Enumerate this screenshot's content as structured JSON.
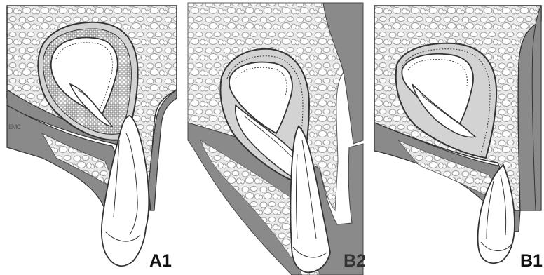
{
  "panels": [
    {
      "id": "A1",
      "label": "A1"
    },
    {
      "id": "B2",
      "label": "B2"
    },
    {
      "id": "B1",
      "label": "B1"
    }
  ],
  "credit": "EMC",
  "colors": {
    "bone_bg": "#eeeeee",
    "cortical": "#8a8a8a",
    "soft_tissue": "#cfcfcf",
    "tooth_fill": "#ffffff",
    "outline": "#2a2a2a"
  }
}
